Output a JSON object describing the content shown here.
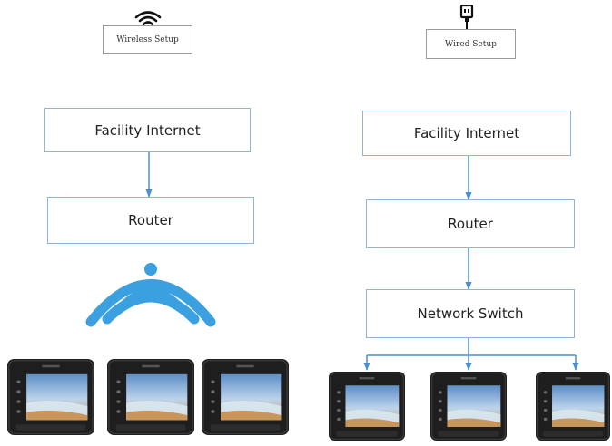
{
  "wireless": {
    "label": "Wireless Setup",
    "internet_label": "Facility Internet",
    "router_label": "Router",
    "device_count": 3
  },
  "wired": {
    "label": "Wired Setup",
    "internet_label": "Facility Internet",
    "router_label": "Router",
    "switch_label": "Network Switch",
    "device_count": 3
  },
  "colors": {
    "box_border": "#8db4dc",
    "connector": "#4a8fd0",
    "wifi_waves": "#3aa0e0"
  },
  "icons": {
    "wireless": "wifi-icon",
    "wired": "ethernet-plug-icon"
  }
}
